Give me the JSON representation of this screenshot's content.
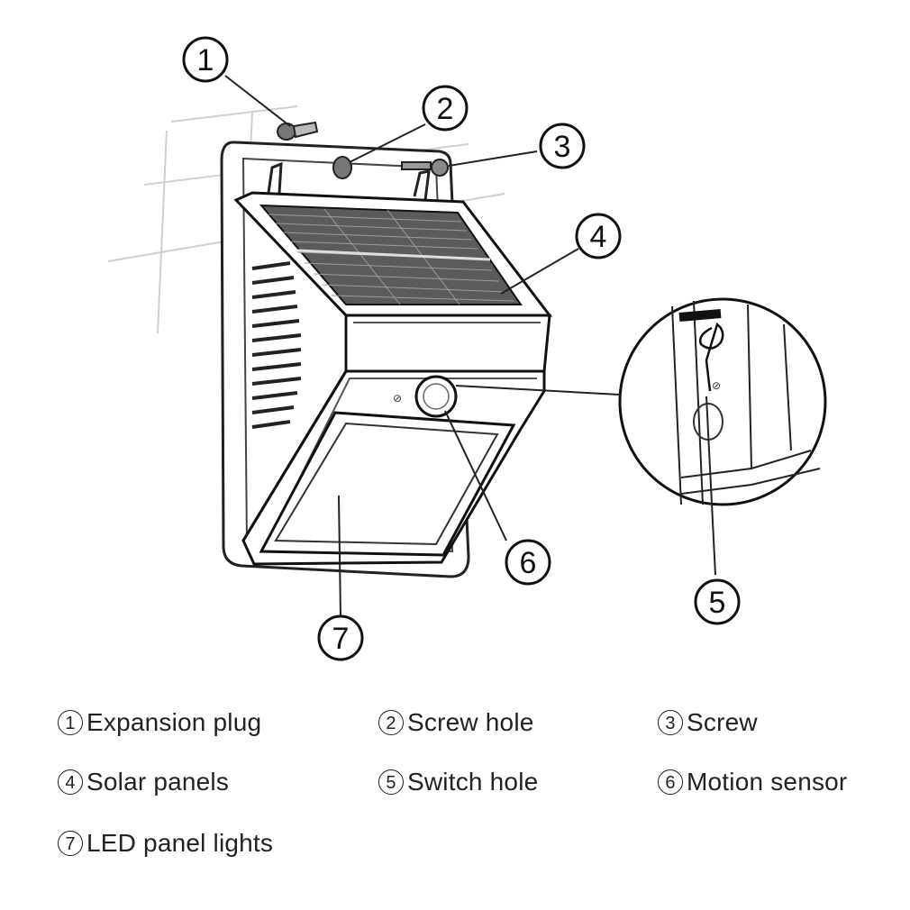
{
  "callouts": [
    {
      "num": "1"
    },
    {
      "num": "2"
    },
    {
      "num": "3"
    },
    {
      "num": "4"
    },
    {
      "num": "5"
    },
    {
      "num": "6"
    },
    {
      "num": "7"
    }
  ],
  "legend": [
    {
      "num": "1",
      "label": "Expansion plug"
    },
    {
      "num": "2",
      "label": "Screw hole"
    },
    {
      "num": "3",
      "label": "Screw"
    },
    {
      "num": "4",
      "label": "Solar panels"
    },
    {
      "num": "5",
      "label": "Switch hole"
    },
    {
      "num": "6",
      "label": "Motion sensor"
    },
    {
      "num": "7",
      "label": "LED panel lights"
    }
  ]
}
